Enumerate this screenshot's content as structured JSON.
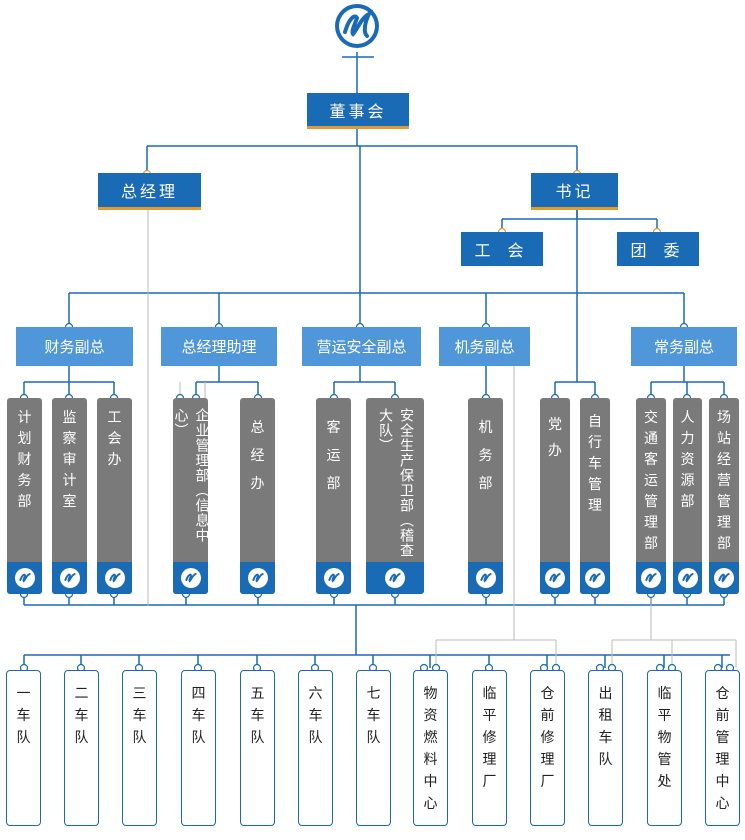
{
  "top": {
    "board": "董事会"
  },
  "level1": {
    "gm": "总经理",
    "secretary": "书记"
  },
  "level2": {
    "union": "工 会",
    "league": "团 委"
  },
  "deputies": [
    "财务副总",
    "总经理助理",
    "营运安全副总",
    "机务副总",
    "常务副总"
  ],
  "departments": [
    "计划财务部",
    "监察审计室",
    "工会办",
    "企业管理部（信息中心）",
    "总经办",
    "客运部",
    "安全生产保卫部（稽查大队）",
    "机务部",
    "党办",
    "自行车管理",
    "交通客运管理部",
    "人力资源部",
    "场站经营管理部"
  ],
  "units": [
    "一车队",
    "二车队",
    "三车队",
    "四车队",
    "五车队",
    "六车队",
    "七车队",
    "物资燃料中心",
    "临平修理厂",
    "仓前修理厂",
    "出租车队",
    "临平物管处",
    "仓前管理中心"
  ],
  "colors": {
    "primary": "#1a6bb5",
    "light": "#4f97d9",
    "accent": "#e69a2e",
    "gray": "#7a7a7a"
  },
  "icons": {
    "logo": "company-logo-icon"
  }
}
